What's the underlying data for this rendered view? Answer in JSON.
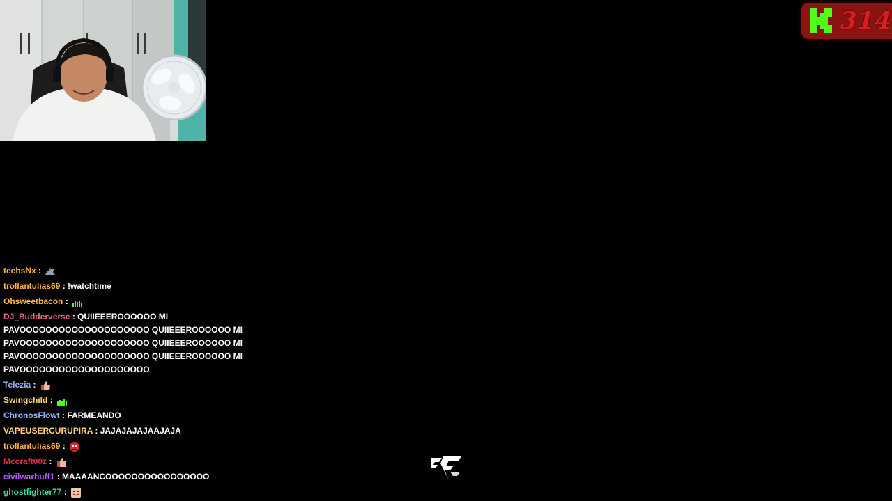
{
  "viewer_badge": {
    "count": "314",
    "logo_icon": "kick-logo-icon",
    "accent_color": "#53fc18",
    "badge_color": "#8a1313"
  },
  "chat": {
    "messages": [
      {
        "user": "teehsNx",
        "user_color": "#ffb143",
        "sep": ":",
        "text": "",
        "emote": "shark-emote-icon"
      },
      {
        "user": "trollantulias69",
        "user_color": "#ffb143",
        "sep": ":",
        "text": "!watchtime",
        "emote": ""
      },
      {
        "user": "Ohsweetbacon",
        "user_color": "#ffb143",
        "sep": ":",
        "text": "",
        "emote": "green-bars-emote-icon"
      },
      {
        "user": "DJ_Budderverse",
        "user_color": "#e56a86",
        "sep": ":",
        "text": "QUIIEEEROOOOOO MI PAVOOOOOOOOOOOOOOOOOOOO QUIIEEEROOOOOO MI PAVOOOOOOOOOOOOOOOOOOOO QUIIEEEROOOOOO MI PAVOOOOOOOOOOOOOOOOOOOO QUIIEEEROOOOOO MI PAVOOOOOOOOOOOOOOOOOOOO",
        "emote": ""
      },
      {
        "user": "Telezia",
        "user_color": "#8fb4ff",
        "sep": ":",
        "text": "",
        "emote": "thumbs-up-emote-icon"
      },
      {
        "user": "Swingchild",
        "user_color": "#ffd27a",
        "sep": ":",
        "text": "",
        "emote": "green-bars-emote-icon"
      },
      {
        "user": "ChronosFlowt",
        "user_color": "#8fb4ff",
        "sep": ":",
        "text": "FARMEANDO",
        "emote": ""
      },
      {
        "user": "VAPEUSERCURUPIRA",
        "user_color": "#ffd27a",
        "sep": ":",
        "text": "JAJAJAJAJAAJAJA",
        "emote": ""
      },
      {
        "user": "trollantulias69",
        "user_color": "#ffb143",
        "sep": ":",
        "text": "",
        "emote": "angry-face-emote-icon"
      },
      {
        "user": "Mccraft00z",
        "user_color": "#e0314b",
        "sep": ":",
        "text": "",
        "emote": "thumbs-up-emote-icon"
      },
      {
        "user": "civilwarbuff1",
        "user_color": "#b05cff",
        "sep": ":",
        "text": "MAAAANCOOOOOOOOOOOOOOOO",
        "emote": ""
      },
      {
        "user": "ghostfighter77",
        "user_color": "#3ed6a0",
        "sep": ":",
        "text": "",
        "emote": "face-emote-icon"
      }
    ]
  },
  "game_logo": {
    "icon": "ea-sports-fc-logo-icon"
  }
}
